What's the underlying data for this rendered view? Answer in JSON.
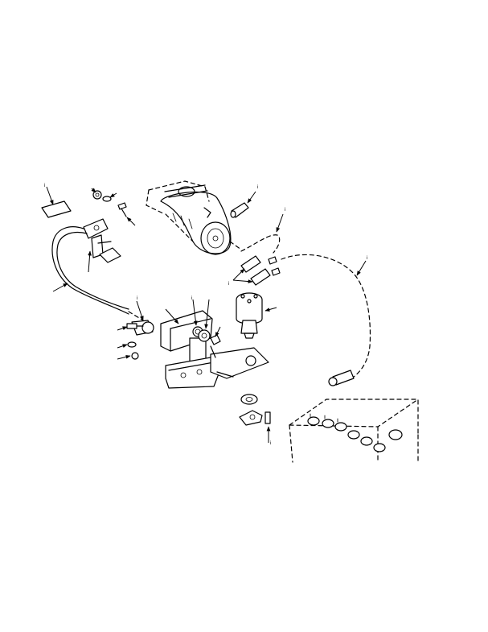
{
  "figure": {
    "callout_marks": [
      "i",
      "i",
      "i",
      "i",
      "i",
      "i",
      "i",
      "i"
    ]
  }
}
